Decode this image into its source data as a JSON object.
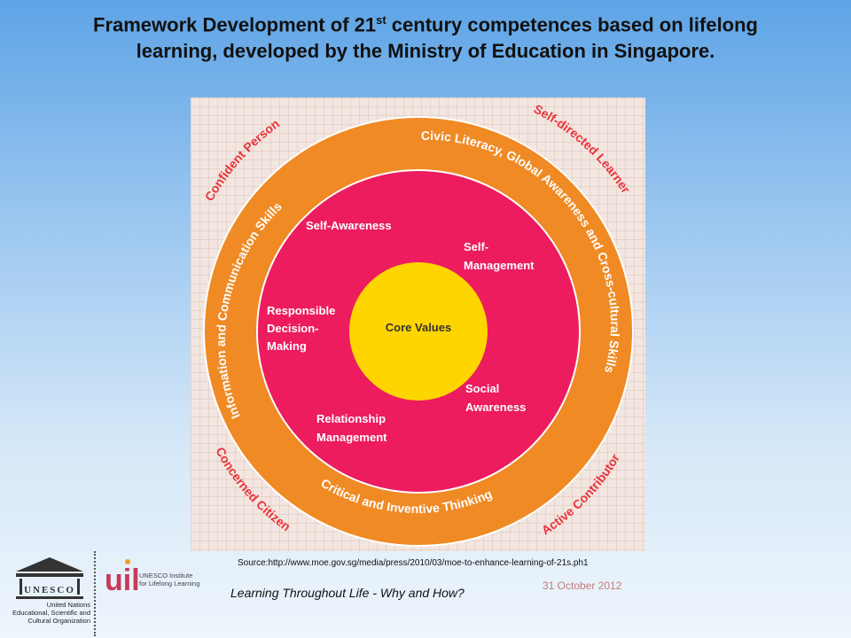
{
  "header": {
    "title_pre": "Framework Development of 21",
    "title_sup": "st",
    "title_post": " century competences based on lifelong learning, developed by the Ministry of Education in Singapore."
  },
  "diagram": {
    "center": "Core Values",
    "inner_ring": {
      "self_awareness": "Self-Awareness",
      "self_management_1": "Self-",
      "self_management_2": "Management",
      "responsible_1": "Responsible",
      "responsible_2": "Decision-",
      "responsible_3": "Making",
      "social_1": "Social",
      "social_2": "Awareness",
      "relationship_1": "Relationship",
      "relationship_2": "Management"
    },
    "outer_ring": {
      "civic": "Civic Literacy, Global Awareness and Cross-cultural Skills",
      "information": "Information and Communication Skills",
      "critical": "Critical and Inventive Thinking"
    },
    "outcomes": {
      "confident": "Confident Person",
      "self_directed": "Self-directed Learner",
      "concerned": "Concerned Citizen",
      "active": "Active Contributor"
    },
    "colors": {
      "outer": "#f08a24",
      "middle": "#ec1c5f",
      "core": "#ffd500",
      "outcome_text": "#e8343c"
    }
  },
  "source": "Source:http://www.moe.gov.sg/media/press/2010/03/moe-to-enhance-learning-of-21s.ph1",
  "footer": {
    "subtitle": "Learning Throughout Life - Why and How?",
    "date": "31 October 2012",
    "unesco_wordmark": "UNESCO",
    "unesco_caption": "United Nations Educational, Scientific and Cultural Organization",
    "uil_mark": "uil",
    "uil_text_1": "UNESCO Institute",
    "uil_text_2": "for Lifelong Learning"
  }
}
